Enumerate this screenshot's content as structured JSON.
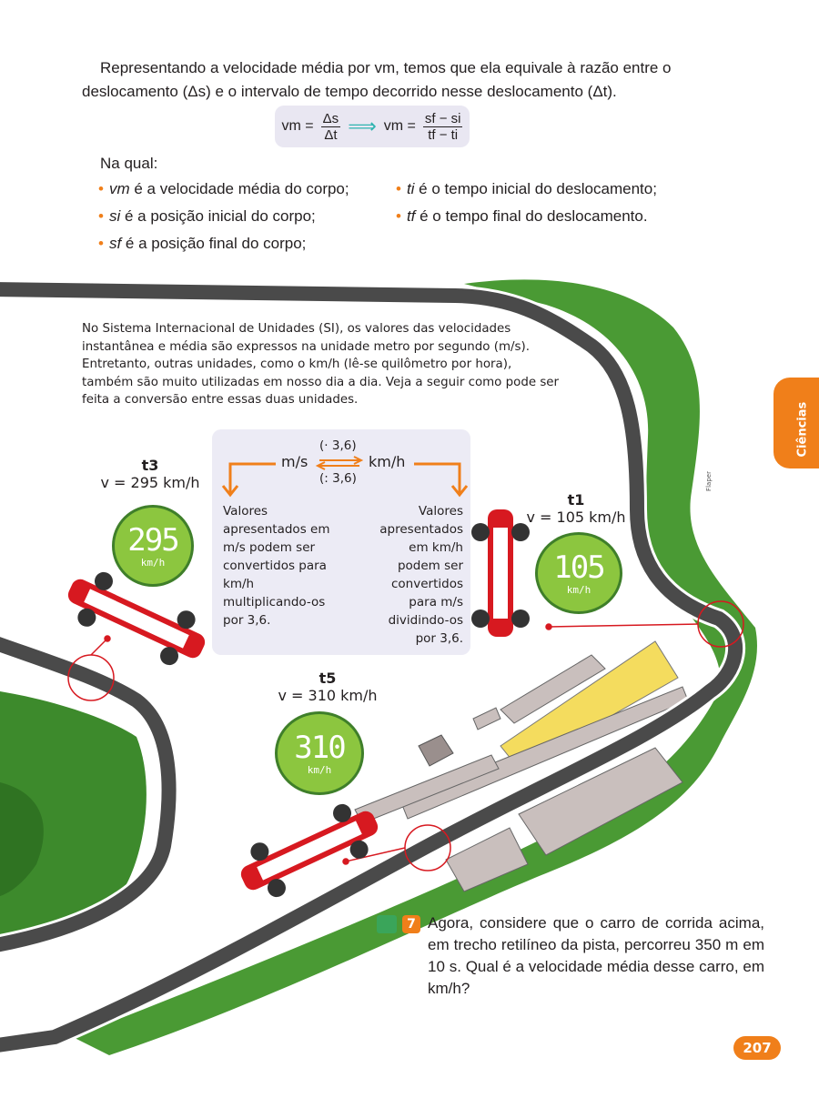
{
  "intro": {
    "text": "Representando a velocidade média por vm, temos que ela equivale à razão entre o deslocamento (Δs) e o intervalo de tempo decorrido nesse deslocamento (Δt)."
  },
  "formula": {
    "lhs": "vm =",
    "num1": "Δs",
    "den1": "Δt",
    "arrow": "⟹",
    "lhs2": "vm =",
    "num2": "sf − si",
    "den2": "tf − ti"
  },
  "na_qual": "Na qual:",
  "bullets": [
    {
      "sym": "vm",
      "text": " é a velocidade média do corpo;"
    },
    {
      "sym": "si",
      "text": " é a posição inicial do corpo;"
    },
    {
      "sym": "sf",
      "text": " é a posição final do corpo;"
    },
    {
      "sym": "ti",
      "text": " é o tempo inicial do deslocamento;"
    },
    {
      "sym": "tf",
      "text": " é o tempo final do deslocamento."
    }
  ],
  "info": "No Sistema Internacional de Unidades (SI), os valores das velocidades instantânea e média são expressos na unidade metro por segundo (m/s). Entretanto, outras unidades, como o km/h (lê-se quilômetro por hora), também são muito utilizadas em nosso dia a dia. Veja a seguir como pode ser feita a conversão entre essas duas unidades.",
  "conversion": {
    "unit_left": "m/s",
    "unit_right": "km/h",
    "mult": "(· 3,6)",
    "div": "(: 3,6)",
    "left_text": "Valores apresentados em m/s podem ser convertidos para km/h multiplicando-os por 3,6.",
    "right_text": "Valores apresentados em km/h podem ser convertidos para m/s dividindo-os por 3,6."
  },
  "markers": [
    {
      "t": "t3",
      "v": "v = 295 km/h",
      "gauge": "295",
      "unit": "km/h"
    },
    {
      "t": "t1",
      "v": "v = 105 km/h",
      "gauge": "105",
      "unit": "km/h"
    },
    {
      "t": "t5",
      "v": "v = 310 km/h",
      "gauge": "310",
      "unit": "km/h"
    }
  ],
  "side_tab": "Ciências",
  "credit": "Flaper",
  "question": {
    "number": "7",
    "text": "Agora, considere que o carro de corrida acima, em trecho retilíneo da pista, percorreu 350 m em 10 s. Qual é a velocidade média desse carro, em km/h?"
  },
  "page_number": "207",
  "colors": {
    "accent": "#f07f1a",
    "gauge": "#8cc63f",
    "track": "#4a4a4a",
    "box": "#ecebf5"
  }
}
